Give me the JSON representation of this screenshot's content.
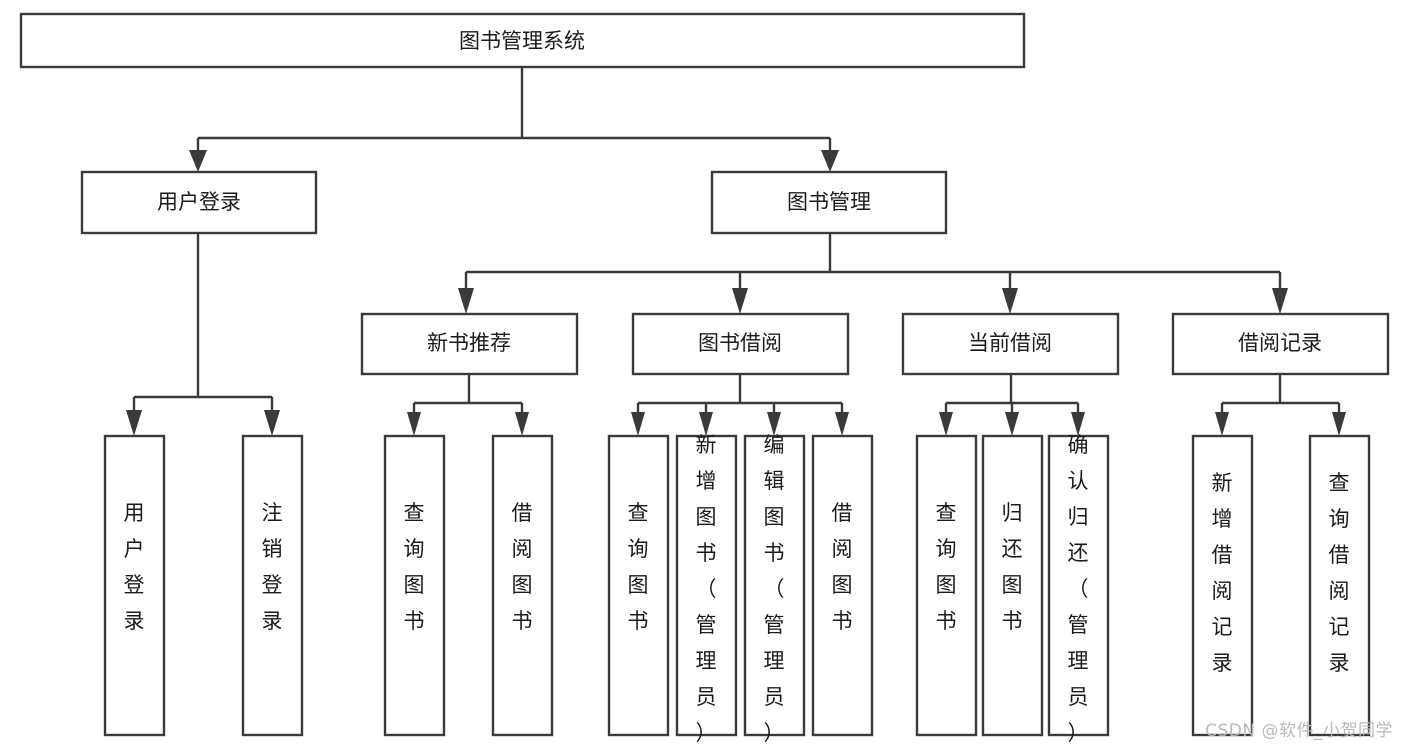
{
  "diagram": {
    "title": "图书管理系统",
    "type": "tree",
    "colors": {
      "box_stroke": "#3a3a3a",
      "box_fill": "#ffffff",
      "connector": "#3a3a3a",
      "text": "#1b1b1b",
      "background": "#ffffff",
      "watermark": "#b9b9b9"
    },
    "root": {
      "label": "图书管理系统"
    },
    "level2": [
      {
        "label": "用户登录"
      },
      {
        "label": "图书管理"
      }
    ],
    "level3": [
      {
        "label": "新书推荐"
      },
      {
        "label": "图书借阅"
      },
      {
        "label": "当前借阅"
      },
      {
        "label": "借阅记录"
      }
    ],
    "leaves": {
      "user_login": [
        {
          "label": "用户登录"
        },
        {
          "label": "注销登录"
        }
      ],
      "new_book_recommend": [
        {
          "label": "查询图书"
        },
        {
          "label": "借阅图书"
        }
      ],
      "book_borrow": [
        {
          "label": "查询图书"
        },
        {
          "label": "新增图书（管理员）"
        },
        {
          "label": "编辑图书（管理员）"
        },
        {
          "label": "借阅图书"
        }
      ],
      "current_borrow": [
        {
          "label": "查询图书"
        },
        {
          "label": "归还图书"
        },
        {
          "label": "确认归还（管理员）"
        }
      ],
      "borrow_record": [
        {
          "label": "新增借阅记录"
        },
        {
          "label": "查询借阅记录"
        }
      ]
    }
  },
  "watermark": {
    "text": "CSDN @软件_小贺同学"
  }
}
